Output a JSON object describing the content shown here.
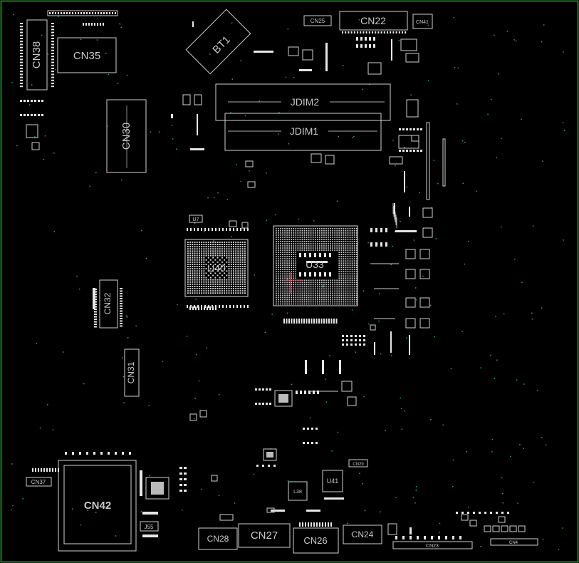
{
  "title": "",
  "colors": {
    "background": "#000000",
    "border": "#1f7a1f",
    "silkscreen": "#d0d0d0",
    "pad": "#e8e8e8",
    "via": "#2aa6a6"
  },
  "components": {
    "bt1": "BT1",
    "jdim2": "JDIM2",
    "jdim1": "JDIM1",
    "cn22": "CN22",
    "cn25": "CN25",
    "cn41": "CN41",
    "cn38": "CN38",
    "cn35": "CN35",
    "cn30": "CN30",
    "cn32": "CN32",
    "cn31": "CN31",
    "cn42": "CN42",
    "cn37": "CN37",
    "u40": "U40",
    "u33": "U33",
    "u41": "U41",
    "j55": "J55",
    "cn28": "CN28",
    "cn27": "CN27",
    "cn26": "CN26",
    "cn24": "CN24",
    "cn29": "CN29",
    "cn23": "CN23",
    "cn4": "CN4",
    "u7": "U7",
    "l38": "L38"
  }
}
